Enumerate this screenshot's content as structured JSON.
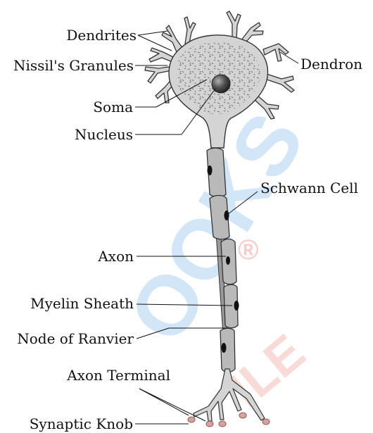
{
  "labels": {
    "dendrites": "Dendrites",
    "nissl": "Nissil's Granules",
    "soma": "Soma",
    "nucleus": "Nucleus",
    "dendron": "Dendron",
    "schwann": "Schwann Cell",
    "axon": "Axon",
    "myelin": "Myelin Sheath",
    "ranvier": "Node of Ranvier",
    "terminal": "Axon Terminal",
    "knob": "Synaptic Knob"
  },
  "watermark": {
    "left_text": "OOKS",
    "right_text": "ILE",
    "mark": "®"
  },
  "colors": {
    "cell_fill": "#d4d4d4",
    "sheath_fill": "#b9b9b9",
    "knob_fill": "#d9a0a0",
    "watermark_blue": "#cfe4f7",
    "watermark_red": "#f8d7d4"
  }
}
